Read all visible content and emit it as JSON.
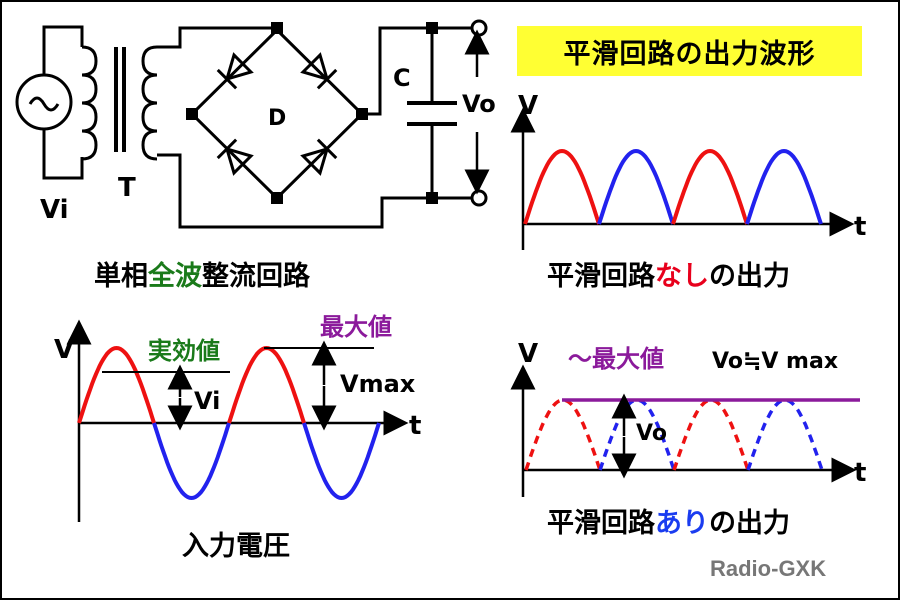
{
  "banner": {
    "title": "平滑回路の出力波形"
  },
  "circuit": {
    "label_vi": "Vi",
    "label_transformer": "T",
    "label_diode": "D",
    "label_capacitor": "C",
    "label_vo": "Vo",
    "caption_parts": [
      {
        "text": "単相",
        "color": "#000000"
      },
      {
        "text": "全波",
        "color": "#1a7a1a"
      },
      {
        "text": "整流回路",
        "color": "#000000"
      }
    ]
  },
  "no_smoothing": {
    "axis_v": "V",
    "axis_t": "t",
    "caption_parts": [
      {
        "text": "平滑回路",
        "color": "#000000"
      },
      {
        "text": "なし",
        "color": "#e8001c"
      },
      {
        "text": "の出力",
        "color": "#000000"
      }
    ]
  },
  "input_voltage": {
    "axis_v": "V",
    "axis_t": "t",
    "label_effective": "実効値",
    "label_max": "最大値",
    "label_vi": "Vi",
    "label_vmax": "Vmax",
    "caption": "入力電圧"
  },
  "with_smoothing": {
    "axis_v": "V",
    "axis_t": "t",
    "label_approx_max": "～最大値",
    "label_relation": "Vo≒V max",
    "label_vo": "Vo",
    "caption_parts": [
      {
        "text": "平滑回路",
        "color": "#000000"
      },
      {
        "text": "あり",
        "color": "#1a3cf0"
      },
      {
        "text": "の出力",
        "color": "#000000"
      }
    ]
  },
  "colors": {
    "positive_wave": "#ee1111",
    "negative_wave": "#2222ee",
    "effective_value": "#1a7a1a",
    "max_value": "#8b1a9b",
    "smoothed_line": "#8b1a9b",
    "banner_bg": "#ffff33"
  },
  "credit": "Radio-GXK"
}
